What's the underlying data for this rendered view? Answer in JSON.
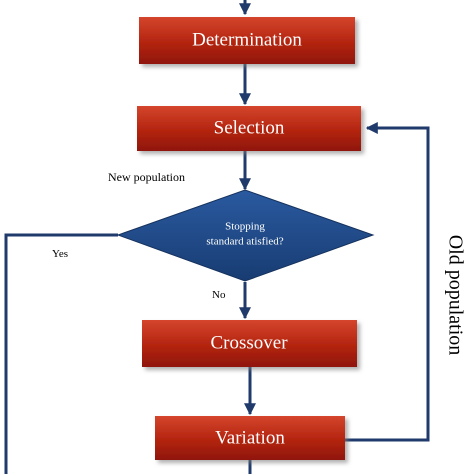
{
  "colors": {
    "box_fill_top": "#c8341f",
    "box_fill_bottom": "#8f1607",
    "diamond_fill": "#1f4a8a",
    "connector": "#1f3a6b"
  },
  "nodes": {
    "determination": "Determination",
    "selection": "Selection",
    "decision": {
      "line1": "Stopping",
      "line2": "standard atisfied?"
    },
    "crossover": "Crossover",
    "variation": "Variation"
  },
  "edges": {
    "new_population": "New population",
    "yes": "Yes",
    "no": "No",
    "old_population": "Old population"
  }
}
